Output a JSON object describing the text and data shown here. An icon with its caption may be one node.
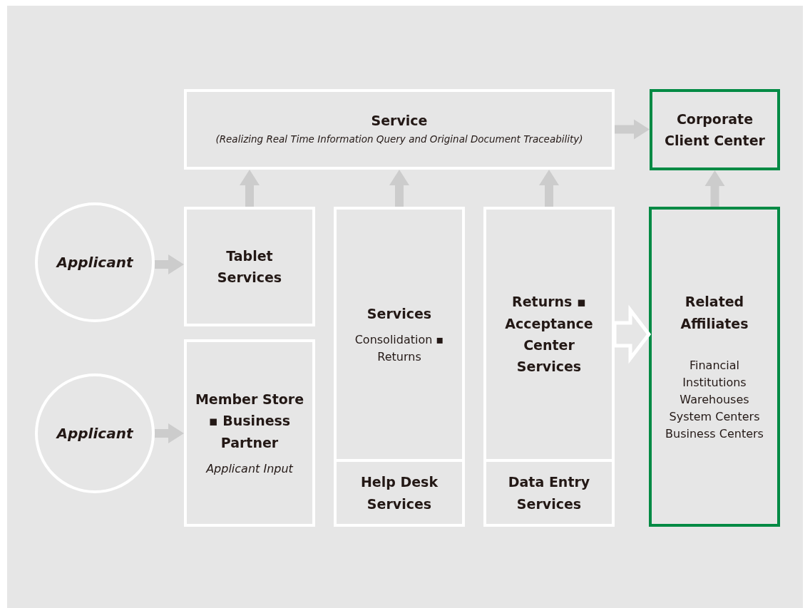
{
  "diagram": {
    "nodes": [
      {
        "text": [
          "Service",
          "(Realizing Real Time Information Query and Original Document Traceability)"
        ]
      },
      {
        "text": [
          "Corporate Client Center"
        ]
      },
      {
        "text": [
          "Applicant"
        ]
      },
      {
        "text": [
          "Tablet Services"
        ]
      },
      {
        "text": [
          "Services",
          "Consolidation ▪ Returns"
        ]
      },
      {
        "text": [
          "Returns ▪ Acceptance Center Services"
        ]
      },
      {
        "text": [
          "Related Affiliates",
          "Financial Institutions",
          "Warehouses",
          "System Centers",
          "Business Centers"
        ]
      },
      {
        "text": [
          "Applicant"
        ]
      },
      {
        "text": [
          "Member Store ▪ Business Partner",
          "Applicant Input"
        ]
      },
      {
        "text": [
          "Help Desk Services"
        ]
      },
      {
        "text": [
          "Data Entry Services"
        ]
      }
    ],
    "edges": [
      {
        "from": 2,
        "to": 3,
        "arrow": "to"
      },
      {
        "from": 7,
        "to": 8,
        "arrow": "to"
      },
      {
        "from": 3,
        "to": 0,
        "arrow": "to"
      },
      {
        "from": 4,
        "to": 0,
        "arrow": "to"
      },
      {
        "from": 5,
        "to": 0,
        "arrow": "to"
      },
      {
        "from": 0,
        "to": 1,
        "arrow": "to"
      },
      {
        "from": 6,
        "to": 1,
        "arrow": "to"
      },
      {
        "from": 5,
        "to": 6,
        "arrow": "to",
        "style": "thick",
        "color": "#ffffff"
      }
    ]
  }
}
